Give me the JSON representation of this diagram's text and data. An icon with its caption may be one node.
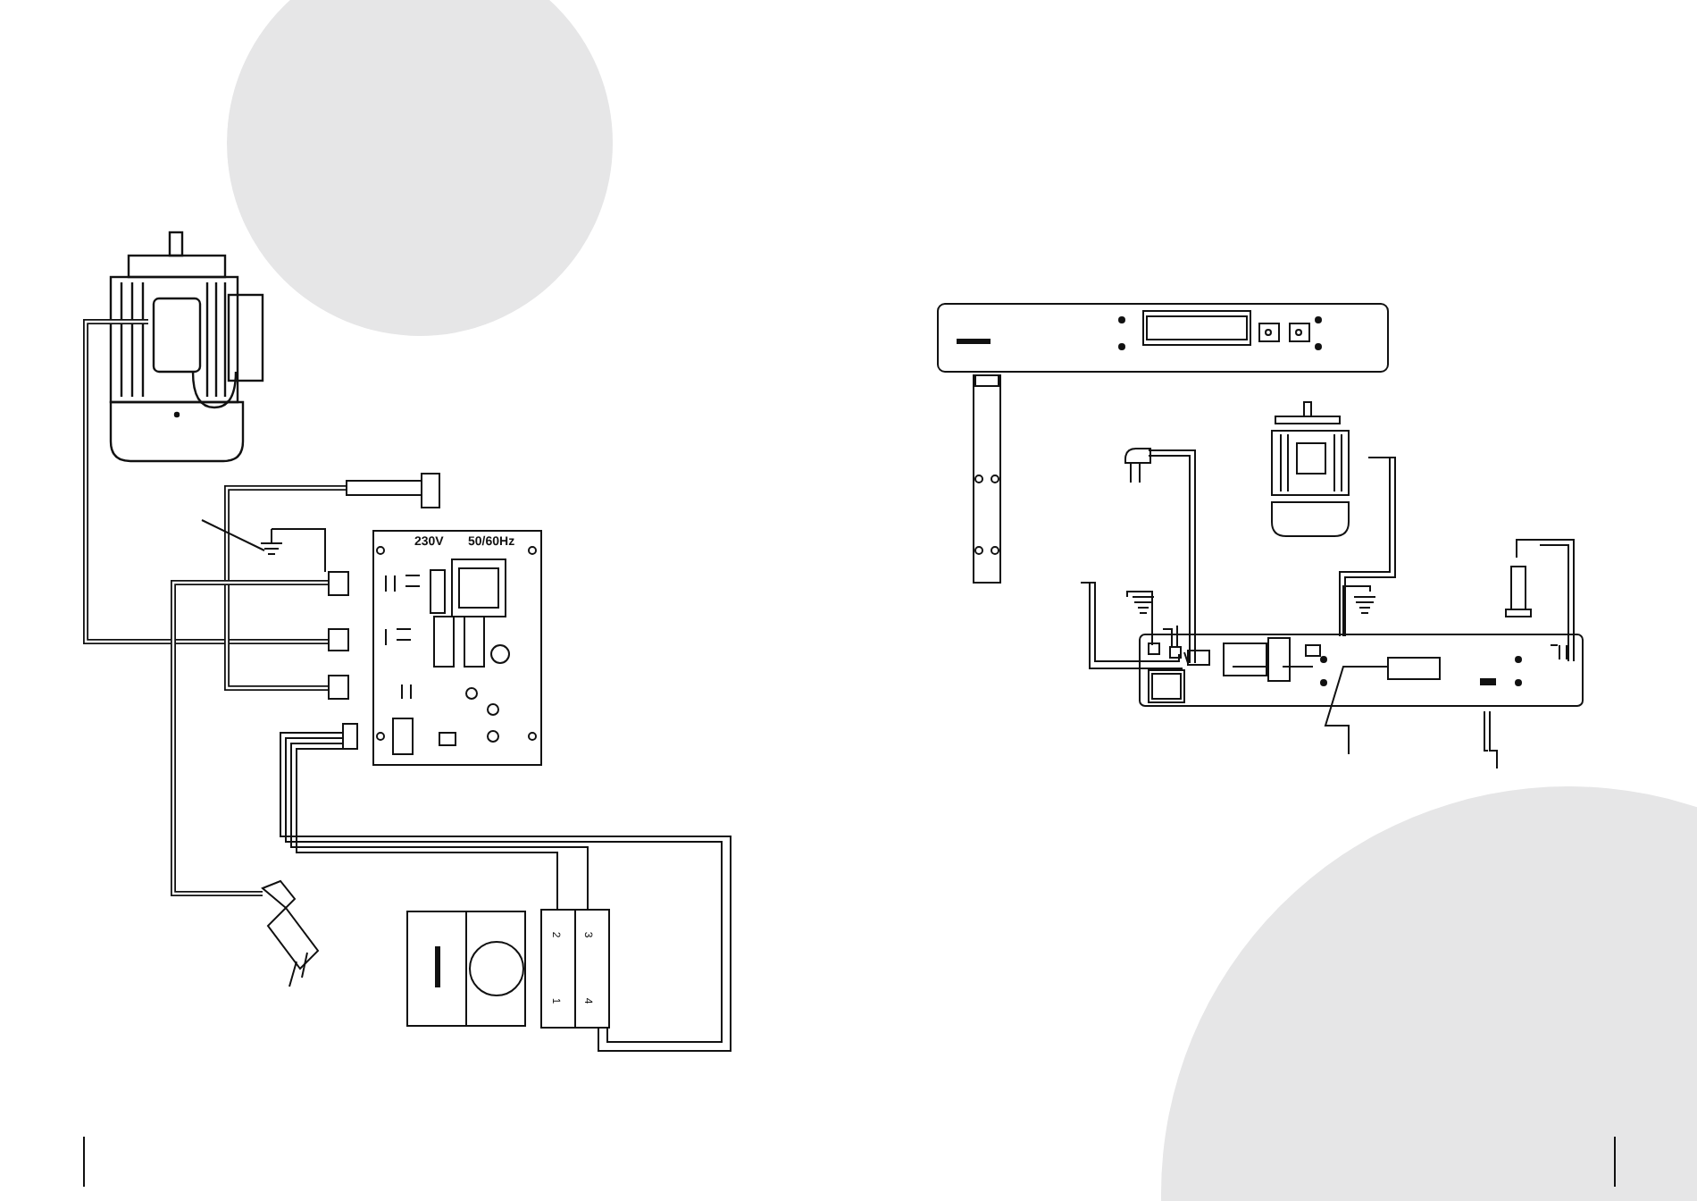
{
  "diagram": {
    "labels": [
      "230V",
      "50/60Hz",
      "2",
      "3",
      "1",
      "4"
    ]
  }
}
